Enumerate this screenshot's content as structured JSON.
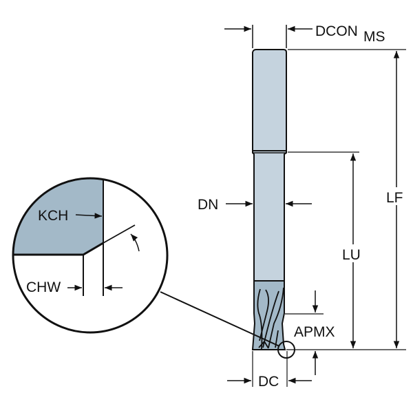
{
  "labels": {
    "dcon": "DCON",
    "dcon_sub": "MS",
    "lf": "LF",
    "lu": "LU",
    "dn": "DN",
    "apmx": "APMX",
    "dc": "DC",
    "kch": "KCH",
    "chw": "CHW"
  },
  "colors": {
    "shank": "#c5d3de",
    "flute": "#a3b9c8",
    "line": "#111111"
  }
}
